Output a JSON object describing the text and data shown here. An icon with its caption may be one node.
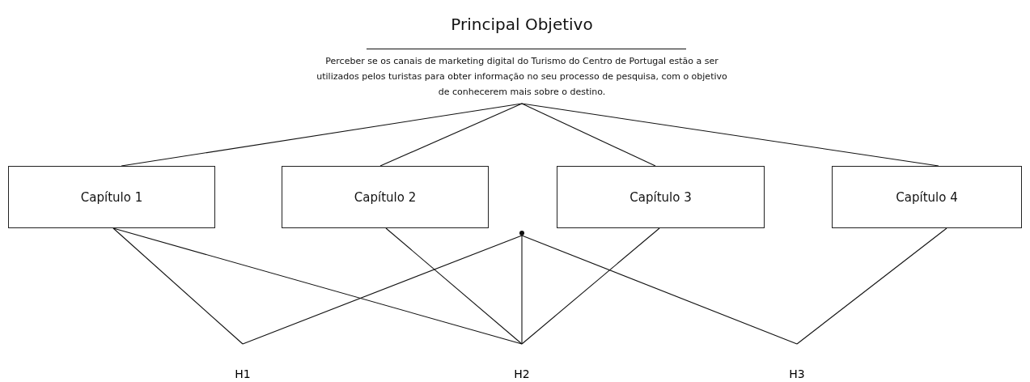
{
  "diagram": {
    "nodes": [
      {
        "text": [
          "Principal Objetivo",
          "Perceber se os canais de marketing digital do Turismo do Centro de Portugal estão a ser utilizados pelos turistas para obter informação no seu processo de pesquisa, com o objetivo de conhecerem mais sobre o destino."
        ]
      },
      {
        "text": [
          "Capítulo 1"
        ]
      },
      {
        "text": [
          "Capítulo 2"
        ]
      },
      {
        "text": [
          "Capítulo 3"
        ]
      },
      {
        "text": [
          "Capítulo 4"
        ]
      },
      {
        "text": [],
        "shape": "point"
      },
      {
        "text": [
          "H1"
        ]
      },
      {
        "text": [
          "H2"
        ]
      },
      {
        "text": [
          "H3"
        ]
      }
    ],
    "edges": [
      {
        "from": 0,
        "to": 1,
        "arrow": "none"
      },
      {
        "from": 0,
        "to": 2,
        "arrow": "none"
      },
      {
        "from": 0,
        "to": 3,
        "arrow": "none"
      },
      {
        "from": 0,
        "to": 4,
        "arrow": "none"
      },
      {
        "from": 1,
        "to": 6,
        "arrow": "none"
      },
      {
        "from": 1,
        "to": 7,
        "arrow": "none"
      },
      {
        "from": 2,
        "to": 7,
        "arrow": "none"
      },
      {
        "from": 3,
        "to": 7,
        "arrow": "none"
      },
      {
        "from": 4,
        "to": 8,
        "arrow": "none"
      },
      {
        "from": 5,
        "to": 6,
        "arrow": "none"
      },
      {
        "from": 5,
        "to": 7,
        "arrow": "none"
      },
      {
        "from": 5,
        "to": 8,
        "arrow": "none"
      }
    ]
  }
}
